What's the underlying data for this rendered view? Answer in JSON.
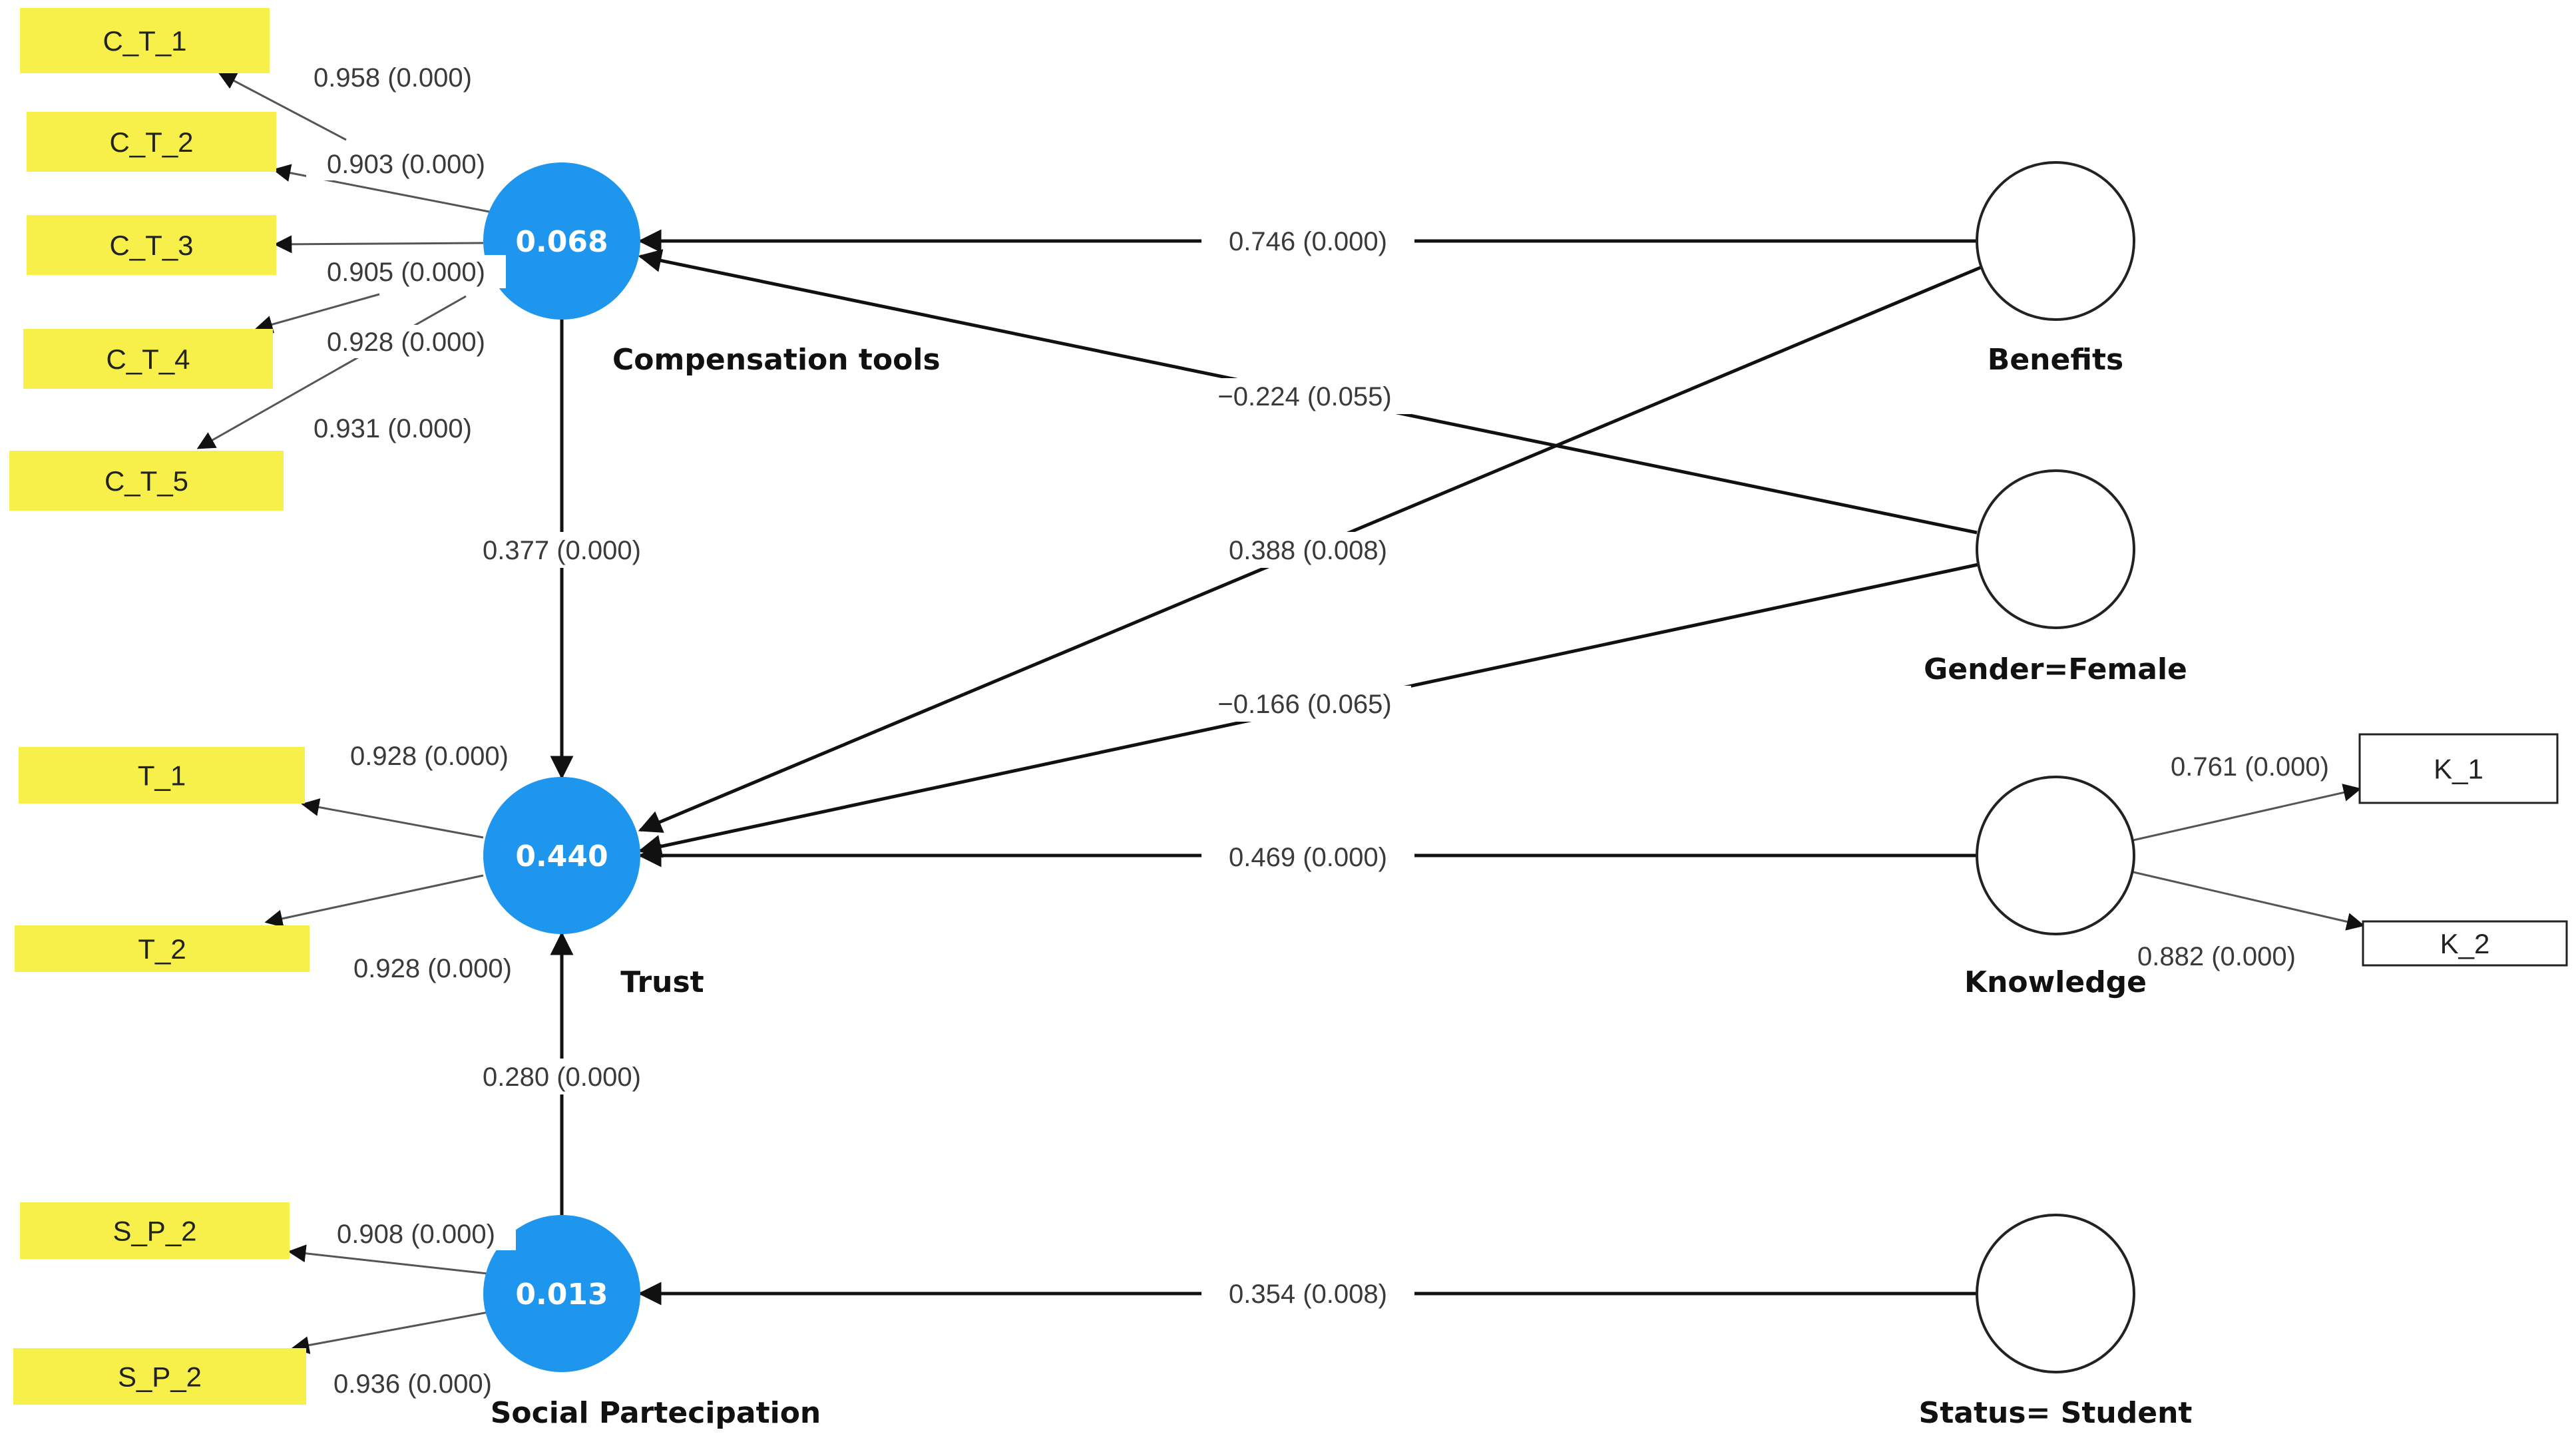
{
  "colors": {
    "endogenous": "#1e96ee",
    "indicator_highlight": "#f7f04a",
    "path": "#111111",
    "loading": "#555555"
  },
  "constructs": [
    {
      "id": "compensation",
      "name": "Compensation tools",
      "r2": "0.068",
      "type": "endogenous"
    },
    {
      "id": "trust",
      "name": "Trust",
      "r2": "0.440",
      "type": "endogenous"
    },
    {
      "id": "social",
      "name": "Social Partecipation",
      "r2": "0.013",
      "type": "endogenous"
    },
    {
      "id": "benefits",
      "name": "Benefits",
      "r2": "",
      "type": "exogenous"
    },
    {
      "id": "gender",
      "name": "Gender=Female",
      "r2": "",
      "type": "exogenous"
    },
    {
      "id": "knowledge",
      "name": "Knowledge",
      "r2": "",
      "type": "exogenous"
    },
    {
      "id": "status",
      "name": "Status= Student",
      "r2": "",
      "type": "exogenous"
    }
  ],
  "indicators": [
    {
      "id": "ct1",
      "label": "C_T_1",
      "construct": "compensation",
      "loading": "0.958 (0.000)",
      "highlighted": true
    },
    {
      "id": "ct2",
      "label": "C_T_2",
      "construct": "compensation",
      "loading": "0.903 (0.000)",
      "highlighted": true
    },
    {
      "id": "ct3",
      "label": "C_T_3",
      "construct": "compensation",
      "loading": "0.905 (0.000)",
      "highlighted": true
    },
    {
      "id": "ct4",
      "label": "C_T_4",
      "construct": "compensation",
      "loading": "0.928 (0.000)",
      "highlighted": true
    },
    {
      "id": "ct5",
      "label": "C_T_5",
      "construct": "compensation",
      "loading": "0.931 (0.000)",
      "highlighted": true
    },
    {
      "id": "t1",
      "label": "T_1",
      "construct": "trust",
      "loading": "0.928 (0.000)",
      "highlighted": true
    },
    {
      "id": "t2",
      "label": "T_2",
      "construct": "trust",
      "loading": "0.928 (0.000)",
      "highlighted": true
    },
    {
      "id": "sp2a",
      "label": "S_P_2",
      "construct": "social",
      "loading": "0.908 (0.000)",
      "highlighted": true
    },
    {
      "id": "sp2b",
      "label": "S_P_2",
      "construct": "social",
      "loading": "0.936 (0.000)",
      "highlighted": true
    },
    {
      "id": "k1",
      "label": "K_1",
      "construct": "knowledge",
      "loading": "0.761 (0.000)",
      "highlighted": false
    },
    {
      "id": "k2",
      "label": "K_2",
      "construct": "knowledge",
      "loading": "0.882 (0.000)",
      "highlighted": false
    }
  ],
  "paths": [
    {
      "id": "benefits-compensation",
      "from": "benefits",
      "to": "compensation",
      "label": "0.746 (0.000)"
    },
    {
      "id": "gender-compensation",
      "from": "gender",
      "to": "compensation",
      "label": "−0.224 (0.055)"
    },
    {
      "id": "compensation-trust",
      "from": "compensation",
      "to": "trust",
      "label": "0.377 (0.000)"
    },
    {
      "id": "benefits-trust",
      "from": "benefits",
      "to": "trust",
      "label": "0.388 (0.008)"
    },
    {
      "id": "gender-trust",
      "from": "gender",
      "to": "trust",
      "label": "−0.166 (0.065)"
    },
    {
      "id": "knowledge-trust",
      "from": "knowledge",
      "to": "trust",
      "label": "0.469 (0.000)"
    },
    {
      "id": "social-trust",
      "from": "social",
      "to": "trust",
      "label": "0.280 (0.000)"
    },
    {
      "id": "status-social",
      "from": "status",
      "to": "social",
      "label": "0.354 (0.008)"
    }
  ]
}
